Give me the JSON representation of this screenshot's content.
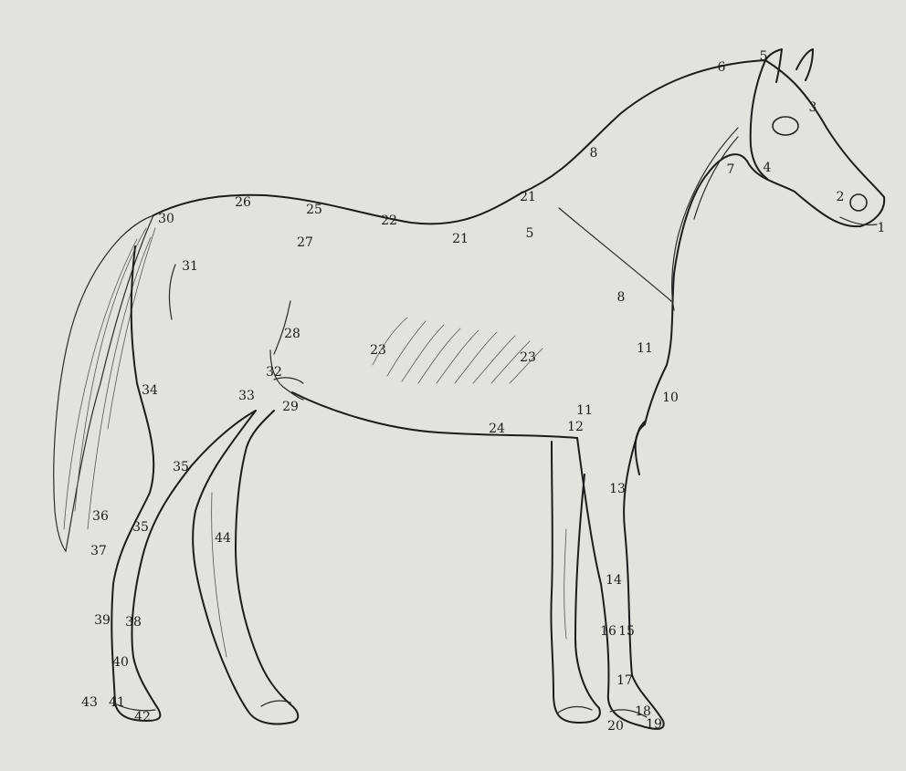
{
  "figure": {
    "labels": [
      {
        "text": "1"
      },
      {
        "text": "2"
      },
      {
        "text": "3"
      },
      {
        "text": "4"
      },
      {
        "text": "5"
      },
      {
        "text": "6"
      },
      {
        "text": "7"
      },
      {
        "text": "8"
      },
      {
        "text": "21"
      },
      {
        "text": "5"
      },
      {
        "text": "8"
      },
      {
        "text": "11"
      },
      {
        "text": "10"
      },
      {
        "text": "11"
      },
      {
        "text": "12"
      },
      {
        "text": "13"
      },
      {
        "text": "14"
      },
      {
        "text": "16"
      },
      {
        "text": "15"
      },
      {
        "text": "17"
      },
      {
        "text": "18"
      },
      {
        "text": "20"
      },
      {
        "text": "19"
      },
      {
        "text": "24"
      },
      {
        "text": "23"
      },
      {
        "text": "23"
      },
      {
        "text": "21"
      },
      {
        "text": "22"
      },
      {
        "text": "25"
      },
      {
        "text": "26"
      },
      {
        "text": "27"
      },
      {
        "text": "28"
      },
      {
        "text": "30"
      },
      {
        "text": "31"
      },
      {
        "text": "32"
      },
      {
        "text": "29"
      },
      {
        "text": "33"
      },
      {
        "text": "34"
      },
      {
        "text": "35"
      },
      {
        "text": "36"
      },
      {
        "text": "35"
      },
      {
        "text": "37"
      },
      {
        "text": "44"
      },
      {
        "text": "39"
      },
      {
        "text": "38"
      },
      {
        "text": "40"
      },
      {
        "text": "43"
      },
      {
        "text": "41"
      },
      {
        "text": "42"
      }
    ]
  }
}
